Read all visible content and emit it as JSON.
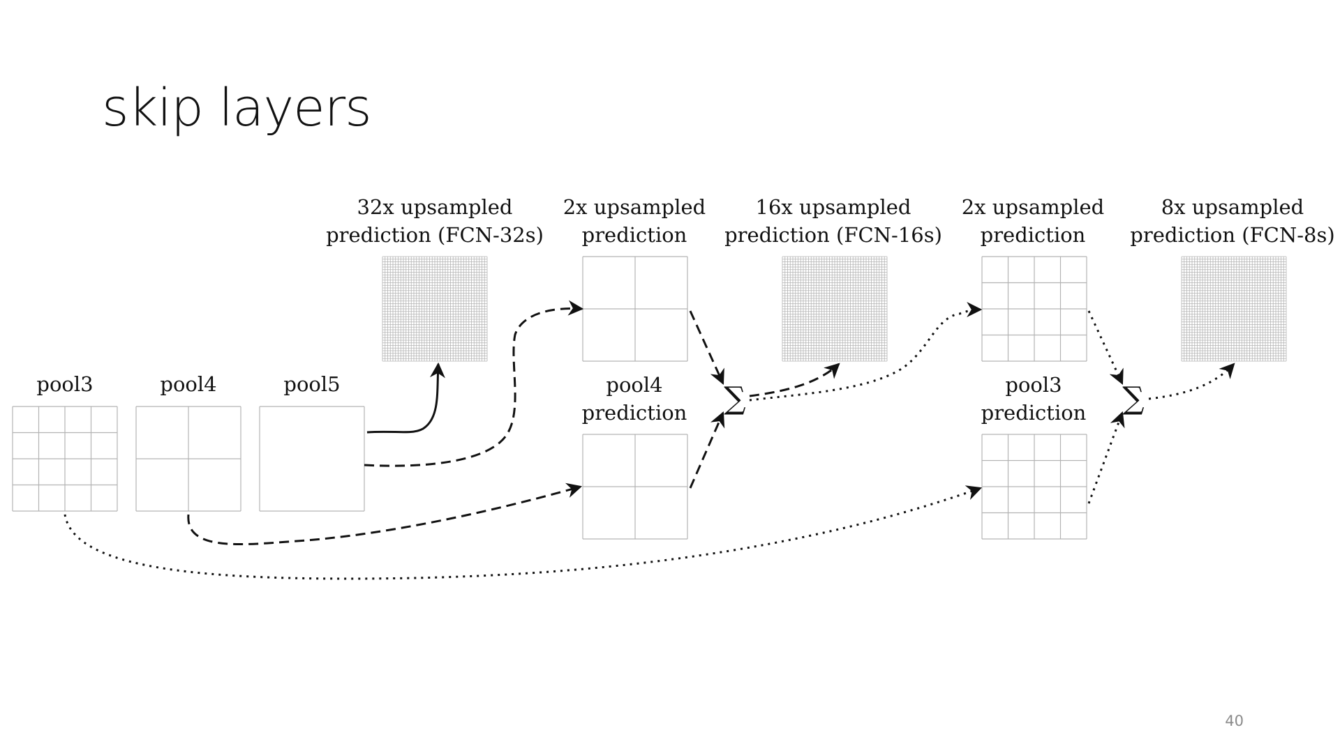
{
  "slide": {
    "title": "skip layers",
    "number": "40"
  },
  "diagram": {
    "nodes": {
      "pool3": "pool3",
      "pool4": "pool4",
      "pool5": "pool5",
      "up32": [
        "32x upsampled",
        "prediction (FCN-32s)"
      ],
      "up2a": [
        "2x upsampled",
        "prediction"
      ],
      "pool4pred": [
        "pool4",
        "prediction"
      ],
      "up16": [
        "16x upsampled",
        "prediction (FCN-16s)"
      ],
      "up2b": [
        "2x upsampled",
        "prediction"
      ],
      "pool3pred": [
        "pool3",
        "prediction"
      ],
      "up8": [
        "8x upsampled",
        "prediction (FCN-8s)"
      ]
    },
    "sum_symbol": "∑",
    "colors": {
      "grid": "#b3b3b3",
      "stroke": "#111111"
    }
  }
}
